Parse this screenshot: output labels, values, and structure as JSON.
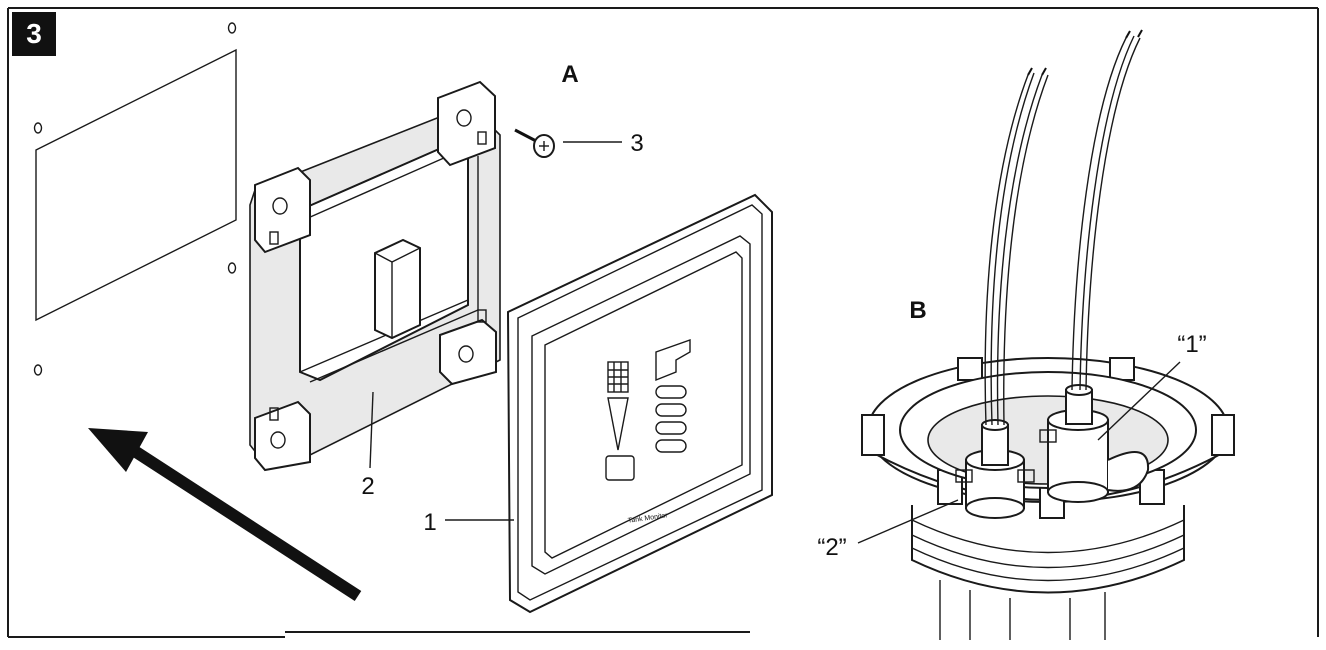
{
  "figure": {
    "number": "3",
    "panel_a_label": "A",
    "panel_b_label": "B",
    "callouts": {
      "display_unit": "1",
      "mounting_frame": "2",
      "screw": "3",
      "sensor_1": "“1”",
      "sensor_2": "“2”"
    },
    "device_text": "Tank Monitor"
  }
}
